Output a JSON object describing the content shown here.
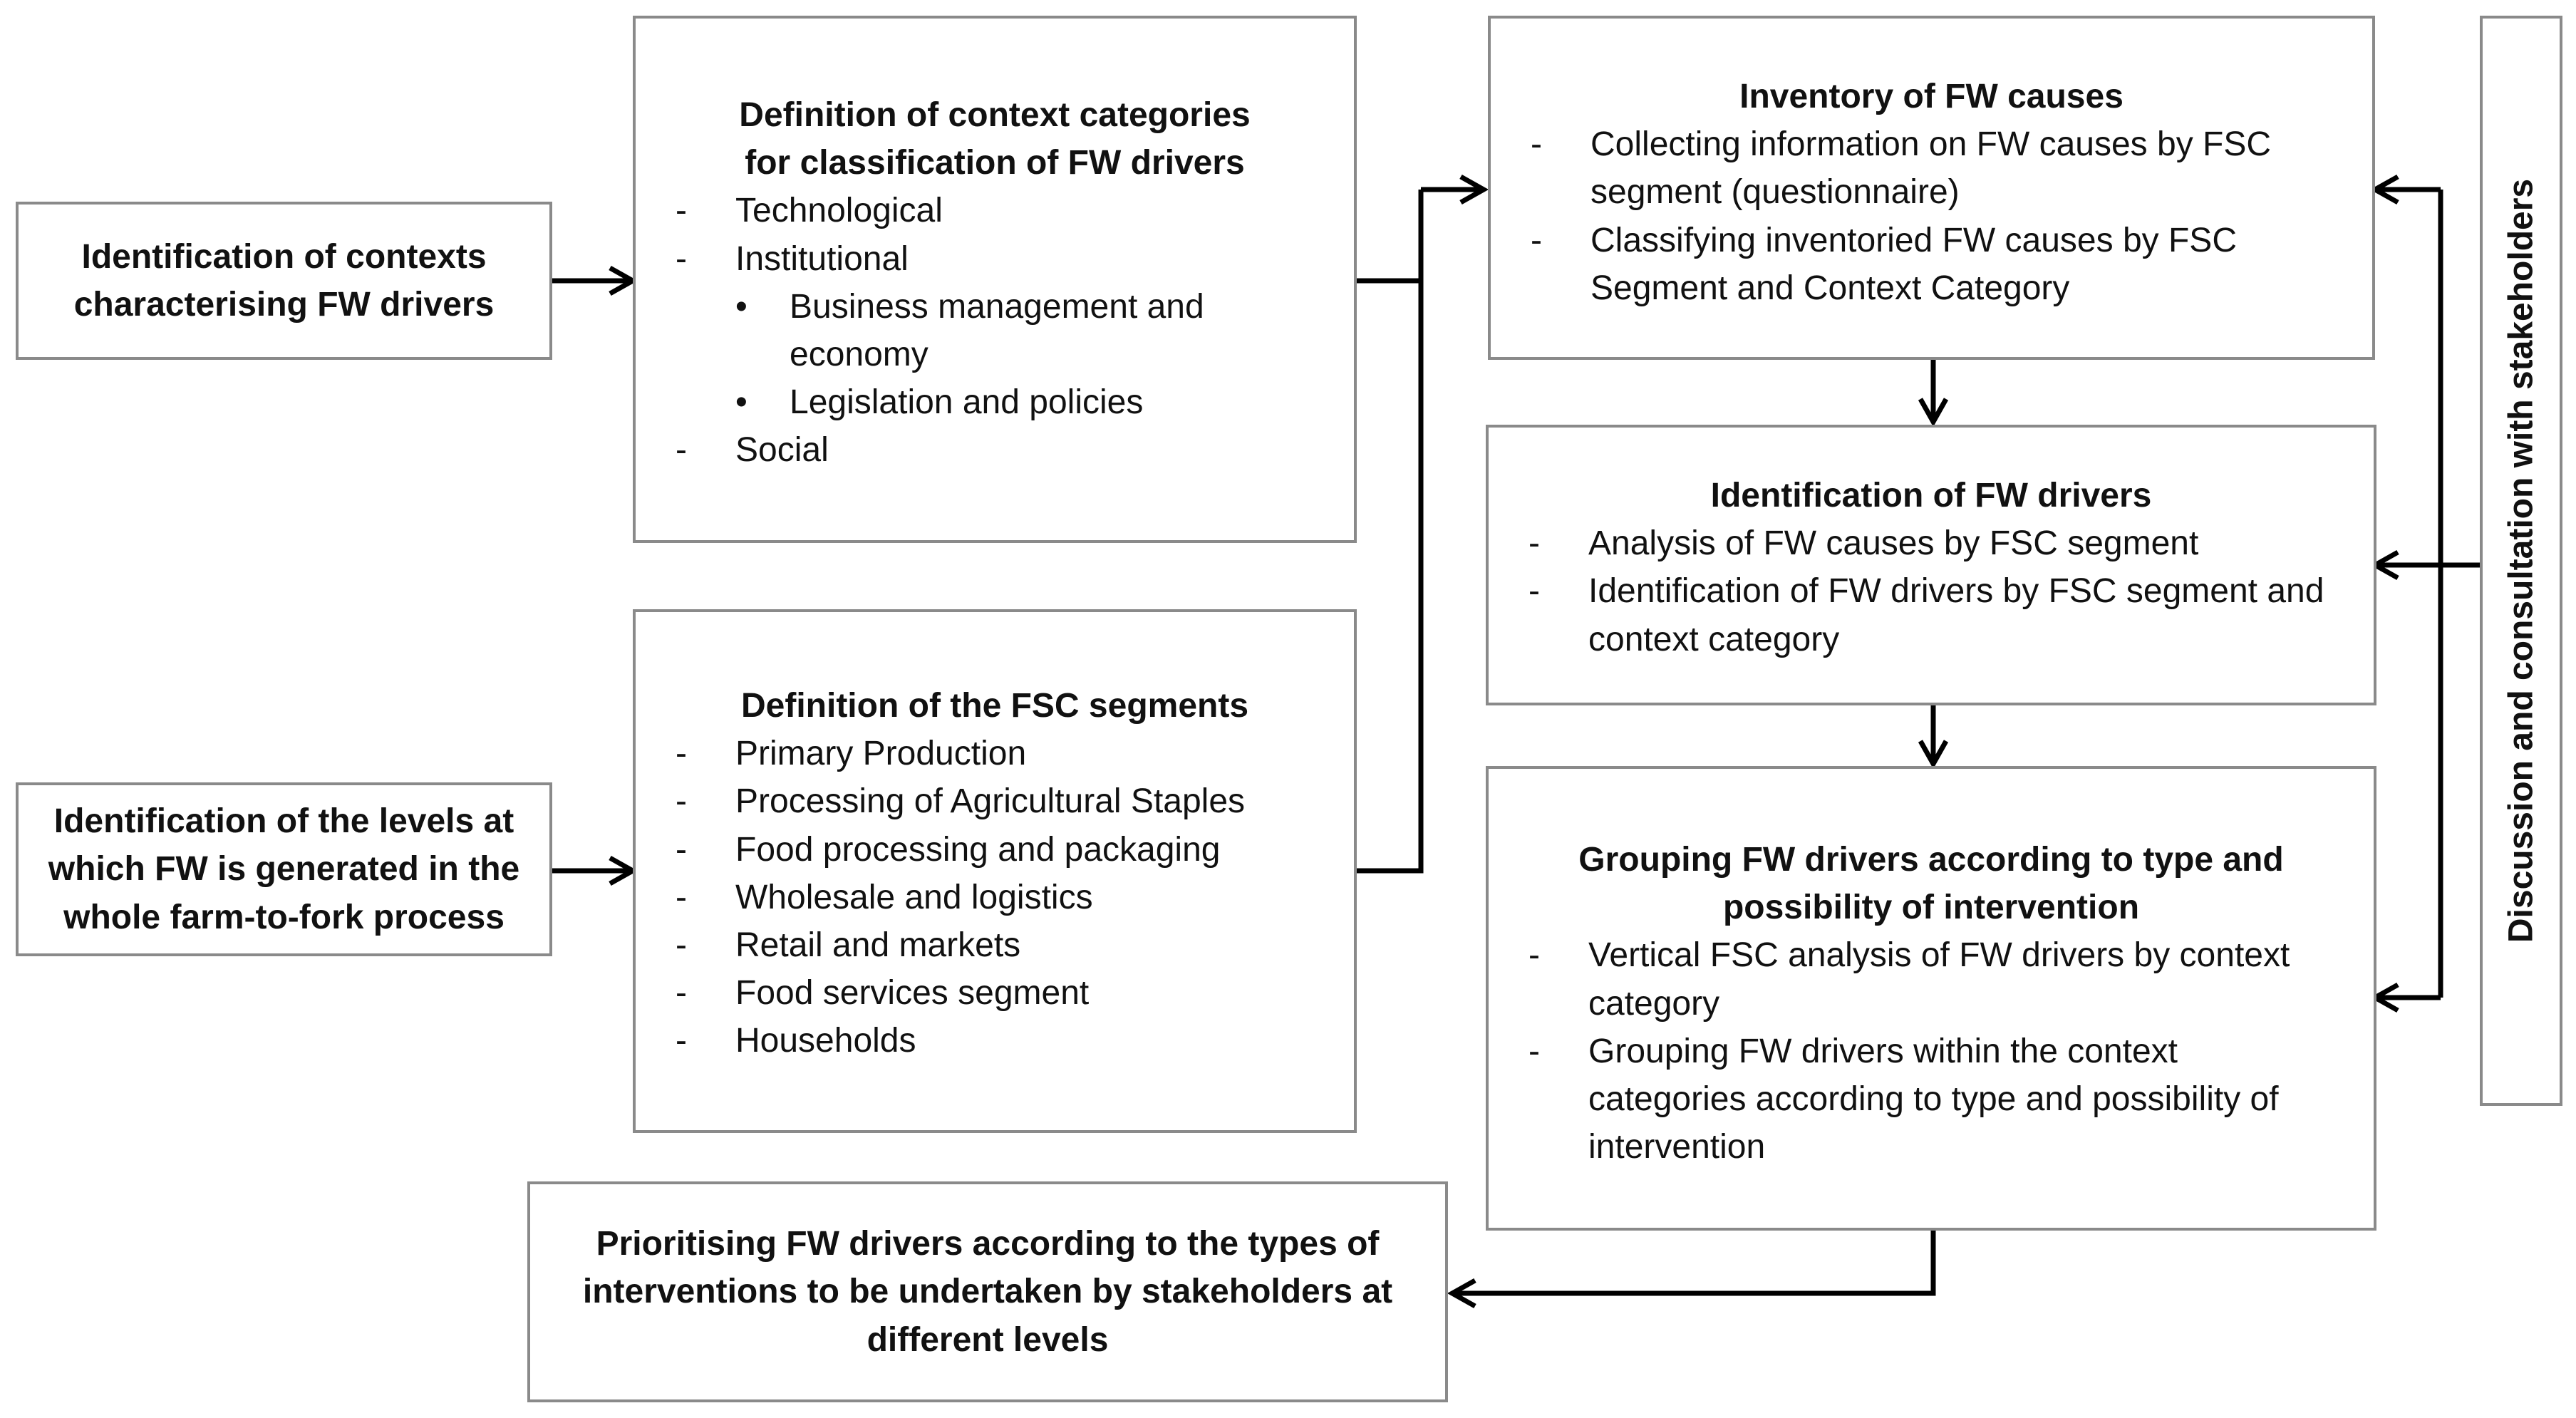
{
  "left_boxes": {
    "contexts": "Identification of contexts characterising FW drivers",
    "levels": "Identification of the levels at which FW is generated in the whole farm-to-fork process"
  },
  "context_categories": {
    "title": "Definition of context categories for classification of FW drivers",
    "items": [
      "Technological",
      "Institutional"
    ],
    "sub_items": [
      "Business management  and economy",
      "Legislation and policies"
    ],
    "last_item": "Social"
  },
  "fsc_segments": {
    "title": "Definition of the FSC segments",
    "items": [
      "Primary Production",
      "Processing of Agricultural Staples",
      "Food processing and packaging",
      "Wholesale and logistics",
      "Retail and markets",
      "Food services segment",
      "Households"
    ]
  },
  "inventory": {
    "title": "Inventory of FW causes",
    "items": [
      "Collecting information on FW causes by FSC segment (questionnaire)",
      "Classifying inventoried FW causes by FSC Segment and Context Category"
    ]
  },
  "identification_drivers": {
    "title": "Identification of FW drivers",
    "items": [
      "Analysis of FW causes by FSC segment",
      "Identification  of FW drivers by FSC segment and context category"
    ]
  },
  "grouping": {
    "title": "Grouping FW drivers according to type and possibility of intervention",
    "items": [
      "Vertical FSC analysis  of FW drivers by context category",
      "Grouping FW drivers  within the context categories according to type and possibility of intervention"
    ]
  },
  "prioritising": "Prioritising FW drivers according to the types of interventions to be undertaken by stakeholders at different levels",
  "stakeholders": "Discussion and consultation with stakeholders"
}
